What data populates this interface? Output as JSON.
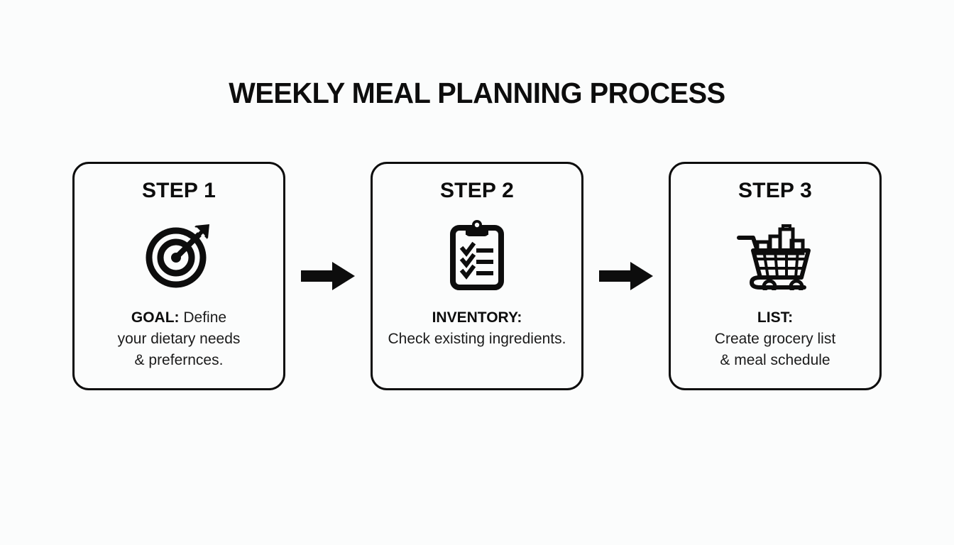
{
  "page": {
    "title": "WEEKLY MEAL PLANNING PROCESS",
    "background_color": "#fbfcfc",
    "ink_color": "#0d0d0d"
  },
  "diagram": {
    "type": "process-flow",
    "orientation": "horizontal",
    "connector": "solid-right-arrow",
    "steps": [
      {
        "heading": "STEP 1",
        "icon": "target-arrow-icon",
        "lead": "GOAL:",
        "lead_inline": true,
        "body_first_line": " Define",
        "body_lines": [
          "your dietary needs",
          "& prefernces."
        ]
      },
      {
        "heading": "STEP 2",
        "icon": "clipboard-checklist-icon",
        "lead": "INVENTORY:",
        "lead_inline": false,
        "body_first_line": "",
        "body_lines": [
          "Check existing ingredients."
        ]
      },
      {
        "heading": "STEP 3",
        "icon": "shopping-cart-icon",
        "lead": "LIST:",
        "lead_inline": false,
        "body_first_line": "",
        "body_lines": [
          "Create grocery list",
          "& meal schedule"
        ]
      }
    ]
  }
}
